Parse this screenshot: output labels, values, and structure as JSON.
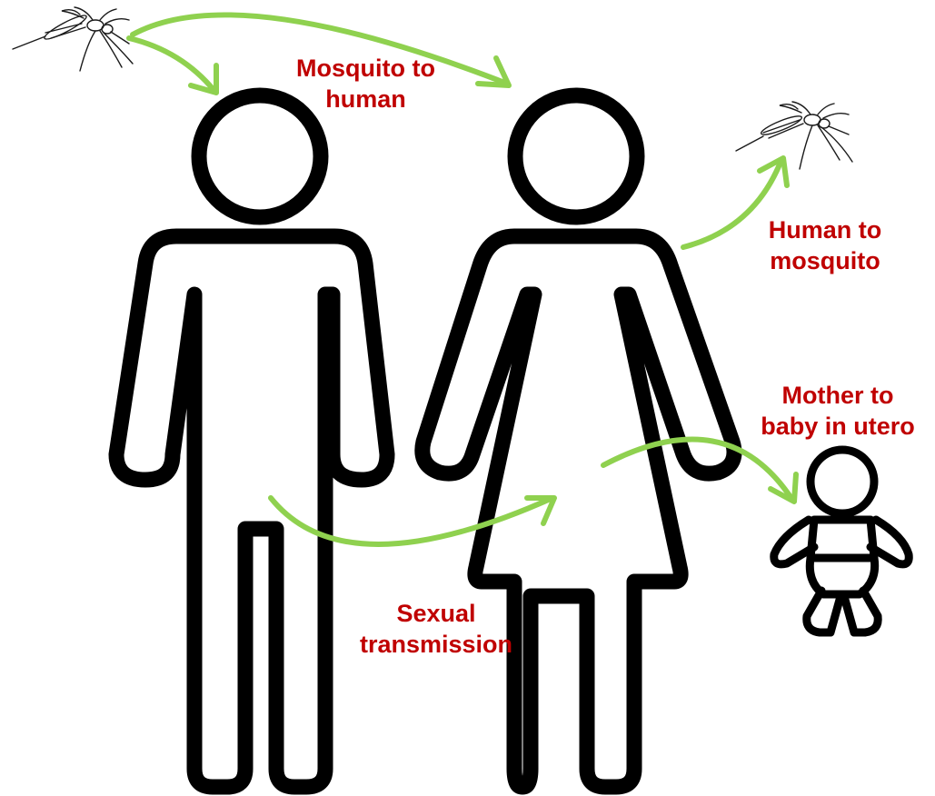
{
  "labels": {
    "mosquito_to_human": "Mosquito to\nhuman",
    "human_to_mosquito": "Human to\nmosquito",
    "mother_to_baby": "Mother to\nbaby in utero",
    "sexual_transmission": "Sexual\ntransmission"
  },
  "colors": {
    "label": "#c00000",
    "arrow": "#8fd14f",
    "outline": "#000000"
  },
  "icons": [
    "mosquito-icon",
    "man-icon",
    "woman-icon",
    "baby-icon",
    "arrow-icon"
  ]
}
